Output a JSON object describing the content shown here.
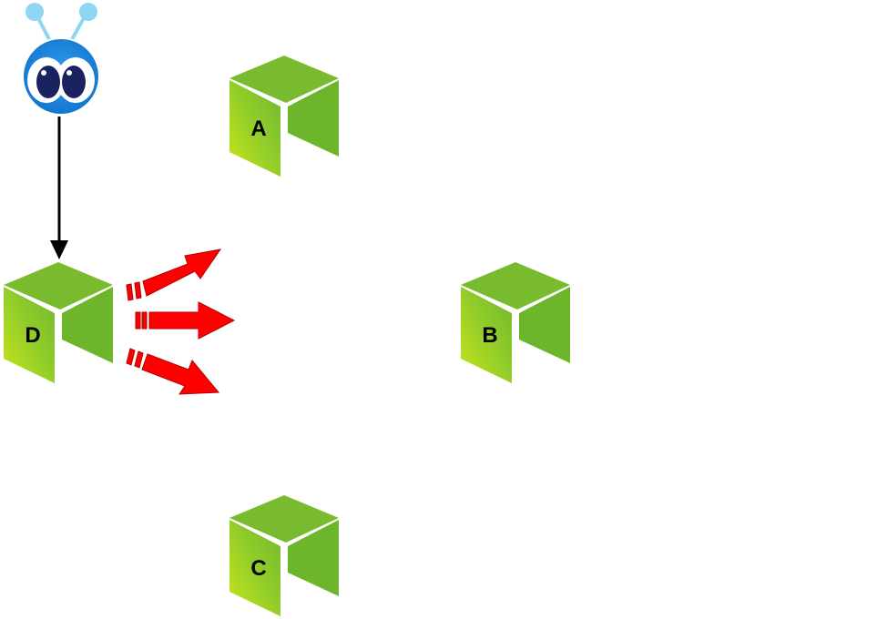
{
  "diagram": {
    "nodes": [
      {
        "id": "A",
        "label": "A"
      },
      {
        "id": "D",
        "label": "D"
      },
      {
        "id": "B",
        "label": "B"
      },
      {
        "id": "C",
        "label": "C"
      }
    ],
    "colors": {
      "cube_top": "#79bb2f",
      "cube_left_light": "#c2e41e",
      "cube_left_dark": "#77bf2f",
      "cube_right": "#6db62c",
      "arrow_red": "#ff0000",
      "arrow_outline": "#b00000",
      "connector": "#000000",
      "mascot_body": "#1e88e5",
      "mascot_antenna": "#8fd6f5"
    },
    "mascot": {
      "icon": "alien-mascot-icon"
    },
    "broadcast_arrows": 3
  }
}
